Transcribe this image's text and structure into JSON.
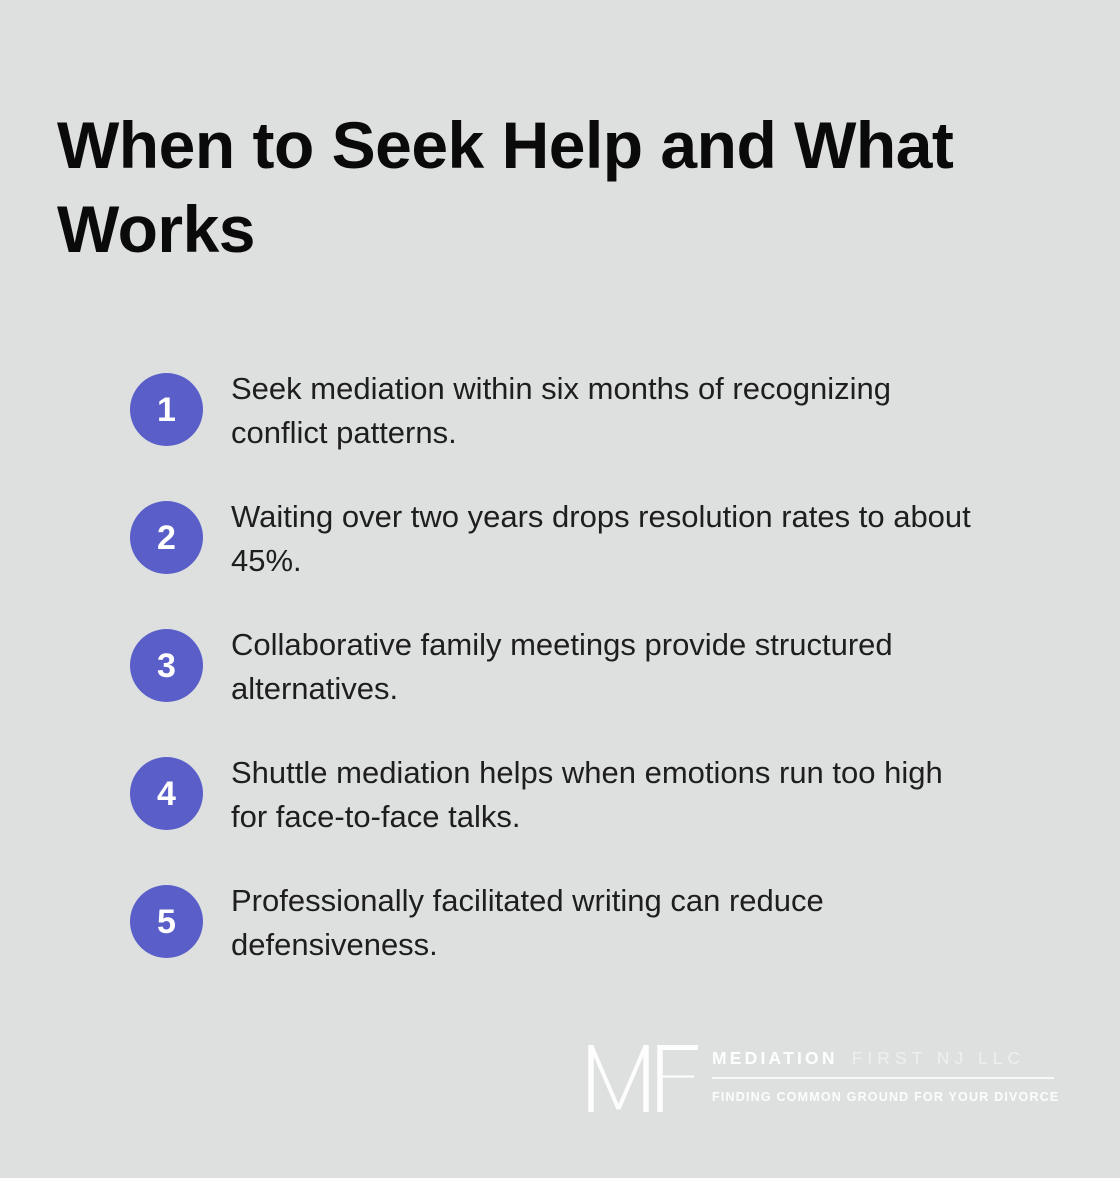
{
  "colors": {
    "background": "#dee0df",
    "accent": "#595ec8",
    "title_color": "#0a0a0a",
    "body_color": "#1e1e1e",
    "number_color": "#ffffff",
    "logo_color": "#ffffff"
  },
  "title": "When to Seek Help and What\nWorks",
  "items": [
    {
      "number": "1",
      "text": "Seek mediation within six months of recognizing\nconflict patterns."
    },
    {
      "number": "2",
      "text": "Waiting over two years drops resolution rates to about\n45%."
    },
    {
      "number": "3",
      "text": "Collaborative family meetings provide structured\nalternatives."
    },
    {
      "number": "4",
      "text": "Shuttle mediation helps when emotions run too high\nfor face-to-face talks."
    },
    {
      "number": "5",
      "text": "Professionally facilitated writing can reduce\ndefensiveness."
    }
  ],
  "logo": {
    "monogram": "MF",
    "brand_bold": "MEDIATION",
    "brand_light": "FIRST NJ LLC",
    "tagline": "FINDING COMMON GROUND FOR YOUR DIVORCE"
  }
}
